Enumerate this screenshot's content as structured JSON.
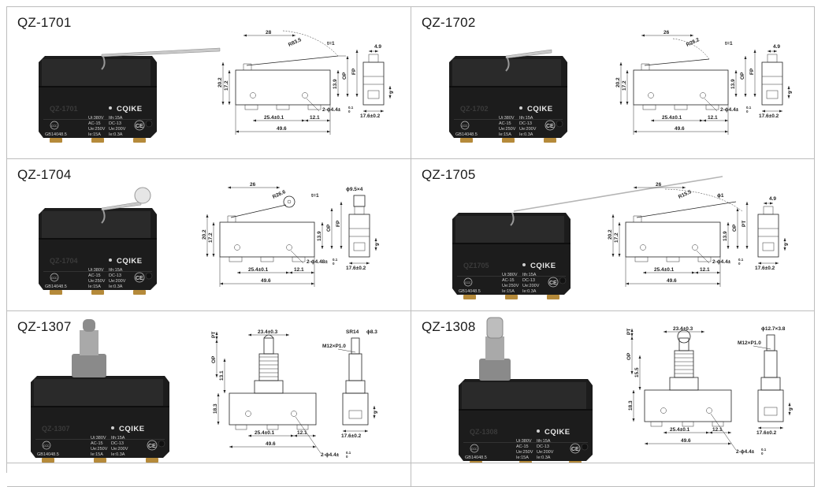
{
  "brand": "CQIKE",
  "ratings": {
    "l1a": "Ui:380V",
    "l1b": "Ith:15A",
    "l2a": "AC-15",
    "l2b": "DC-13",
    "l3a": "Ue:250V",
    "l3b": "Ue:200V",
    "l4a": "Ie:15A",
    "l4b": "Ie:0.3A",
    "std": "GB14048.5",
    "ccc": "CCC",
    "ce": "CE"
  },
  "products": [
    {
      "model": "QZ-1701",
      "mold": "QZ-1701",
      "dims": {
        "w28": "28",
        "radius": "R83.5",
        "t": "t=1",
        "h202": "20.2",
        "h172": "17.2",
        "h139": "13.9",
        "op": "OP",
        "fp": "FP",
        "hole": "2-ϕ4.4±",
        "tol": "0.1",
        "tol2": "0",
        "base": "25.4±0.1",
        "gap": "12.1",
        "len": "49.6",
        "side49": "4.9",
        "side9": "9",
        "side176": "17.6±0.2"
      }
    },
    {
      "model": "QZ-1702",
      "mold": "QZ-1702",
      "dims": {
        "w28": "26",
        "radius": "R28.2",
        "t": "t=1",
        "h202": "20.2",
        "h172": "17.2",
        "h139": "13.9",
        "op": "OP",
        "fp": "FP",
        "hole": "2-ϕ4.4±",
        "tol": "0.1",
        "tol2": "0",
        "base": "25.4±0.1",
        "gap": "12.1",
        "len": "49.6",
        "side49": "4.9",
        "side9": "9",
        "side176": "17.6±0.2"
      }
    },
    {
      "model": "QZ-1704",
      "mold": "QZ-1704",
      "dims": {
        "w28": "26",
        "radius": "R26.6",
        "t": "t=1",
        "h202": "20.2",
        "h172": "17.2",
        "h139": "13.9",
        "op": "OP",
        "fp": "FP",
        "hole": "2-ϕ4.48±",
        "tol": "0.1",
        "tol2": "0",
        "base": "25.4±0.1",
        "gap": "12.1",
        "len": "49.6",
        "side49": "ϕ9.5×4",
        "side9": "9",
        "side176": "17.6±0.2"
      }
    },
    {
      "model": "QZ-1705",
      "mold": "QZ1705",
      "dims": {
        "w28": "26",
        "radius": "R15.5",
        "t": "ϕ1",
        "h202": "20.2",
        "h172": "17.2",
        "h139": "13.9",
        "op": "OP",
        "fp": "PT",
        "hole": "2-ϕ4.4±",
        "tol": "0.1",
        "tol2": "0",
        "base": "25.4±0.1",
        "gap": "12.1",
        "len": "49.6",
        "side49": "4.9",
        "side9": "9",
        "side176": "17.6±0.2"
      }
    },
    {
      "model": "QZ-1307",
      "mold": "QZ-1307",
      "dims": {
        "pt": "PT",
        "top": "23.4±0.3",
        "sr": "SR14",
        "dia": "ϕ8.3",
        "thread": "M12×P1.0",
        "op": "OP",
        "h131": "13.1",
        "h183": "18.3",
        "base": "25.4±0.1",
        "gap": "12.1",
        "len": "49.6",
        "hole": "2-ϕ4.4±",
        "tol": "0.1",
        "tol2": "0",
        "side9": "9",
        "side176": "17.6±0.2"
      }
    },
    {
      "model": "QZ-1308",
      "mold": "QZ-1308",
      "dims": {
        "pt": "PT",
        "top": "23.4±0.3",
        "sr": "ϕ12.7×3.8",
        "dia": "",
        "thread": "M12×P1.0",
        "op": "OP",
        "h131": "15.5",
        "h183": "18.3",
        "base": "25.4±0.1",
        "gap": "12.1",
        "len": "49.6",
        "hole": "2-ϕ4.4±",
        "tol": "0.1",
        "tol2": "0",
        "side9": "9",
        "side176": "17.6±0.2"
      }
    }
  ]
}
